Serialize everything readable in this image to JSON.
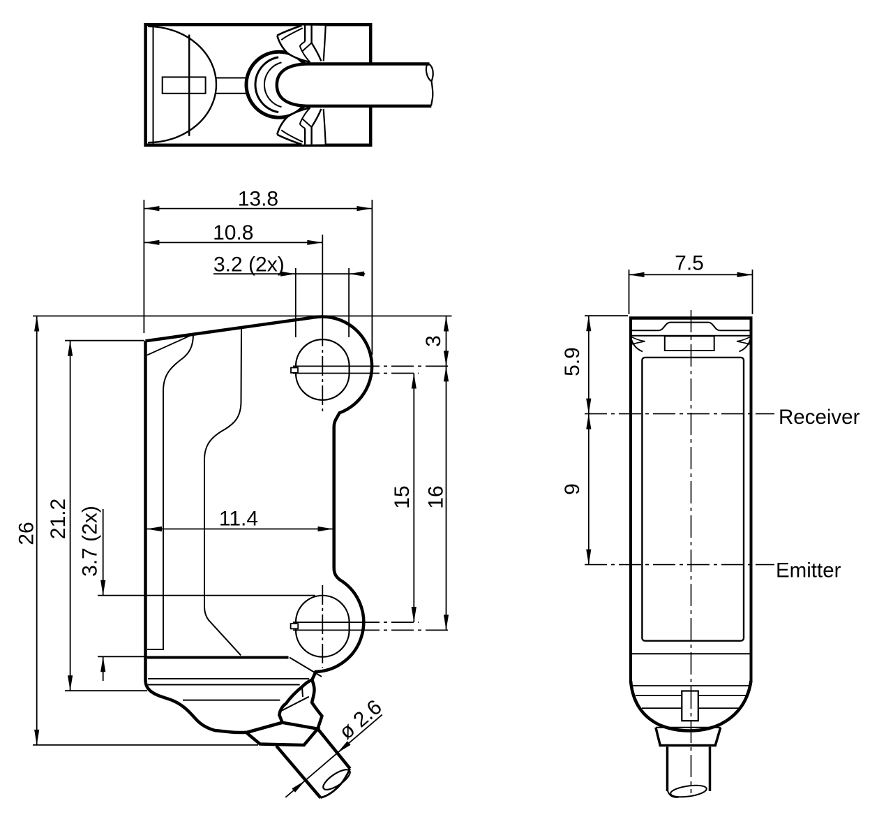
{
  "drawing": {
    "kind": "technical dimensional drawing",
    "subject": "miniature photoelectric sensor with pigtail cable",
    "units": "mm",
    "colors": {
      "ink": "#000000",
      "background": "#ffffff"
    },
    "views": {
      "top": {
        "name": "top view"
      },
      "front": {
        "name": "front view",
        "dims": {
          "width_total": "13.8",
          "width_to_hole_center": "10.8",
          "hole_diameter": "3.2 (2x)",
          "hole_top_offset": "3",
          "hole_span_outer": "16",
          "hole_span_inner": "15",
          "width_body": "11.4",
          "height_total": "26",
          "height_body": "21.2",
          "hole_slot_height": "3.7 (2x)",
          "cable_diameter": "ø 2.6"
        }
      },
      "side": {
        "name": "side view",
        "dims": {
          "width": "7.5",
          "receiver_offset": "5.9",
          "emitter_spacing": "9"
        },
        "labels": {
          "receiver": "Receiver",
          "emitter": "Emitter"
        }
      }
    }
  }
}
